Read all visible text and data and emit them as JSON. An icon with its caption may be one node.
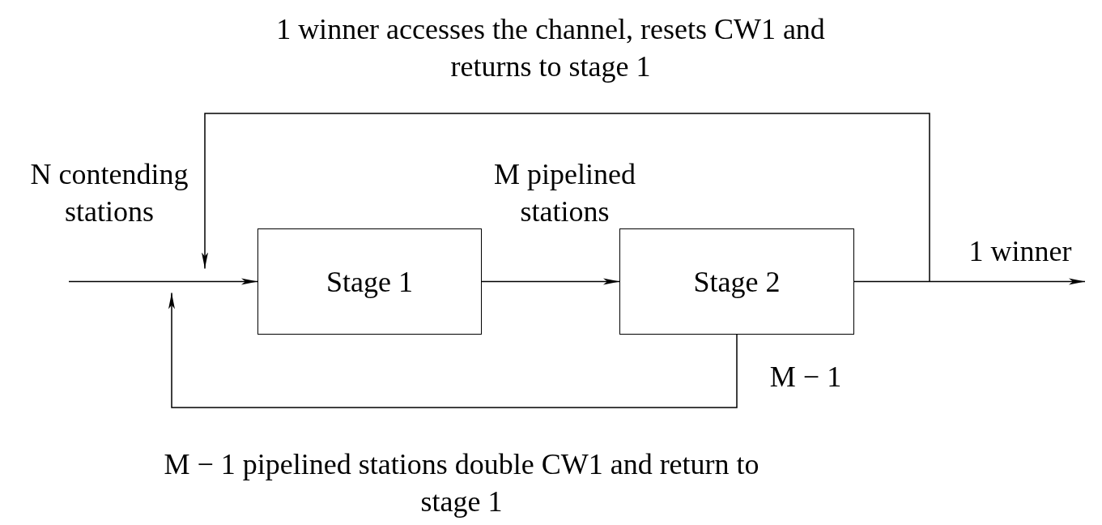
{
  "diagram": {
    "nodes": [
      {
        "text": [
          "Stage 1"
        ]
      },
      {
        "text": [
          "Stage 2"
        ]
      }
    ],
    "edges": [
      {
        "from": null,
        "to": 0,
        "arrow": "to"
      },
      {
        "from": 0,
        "to": 1,
        "arrow": "to",
        "label": "M pipelined stations"
      },
      {
        "from": 1,
        "to": null,
        "arrow": "to",
        "label": "1 winner"
      },
      {
        "from": 1,
        "to": 0,
        "arrow": "to",
        "label": "1 winner accesses the channel, resets CW1 and returns to stage 1"
      },
      {
        "from": 1,
        "to": 0,
        "arrow": "to",
        "label": "M − 1 pipelined stations double CW1 and return to stage 1"
      }
    ],
    "labels": [
      "N contending stations",
      "M − 1"
    ]
  }
}
